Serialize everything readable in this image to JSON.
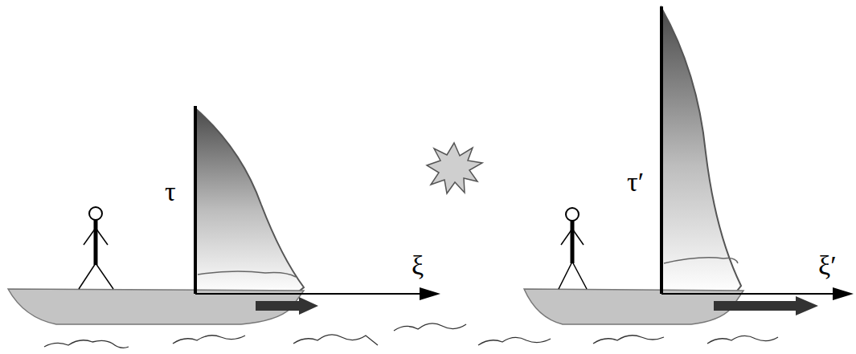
{
  "diagram": {
    "labels": [
      "τ",
      "ξ",
      "τ′",
      "ξ′"
    ]
  }
}
